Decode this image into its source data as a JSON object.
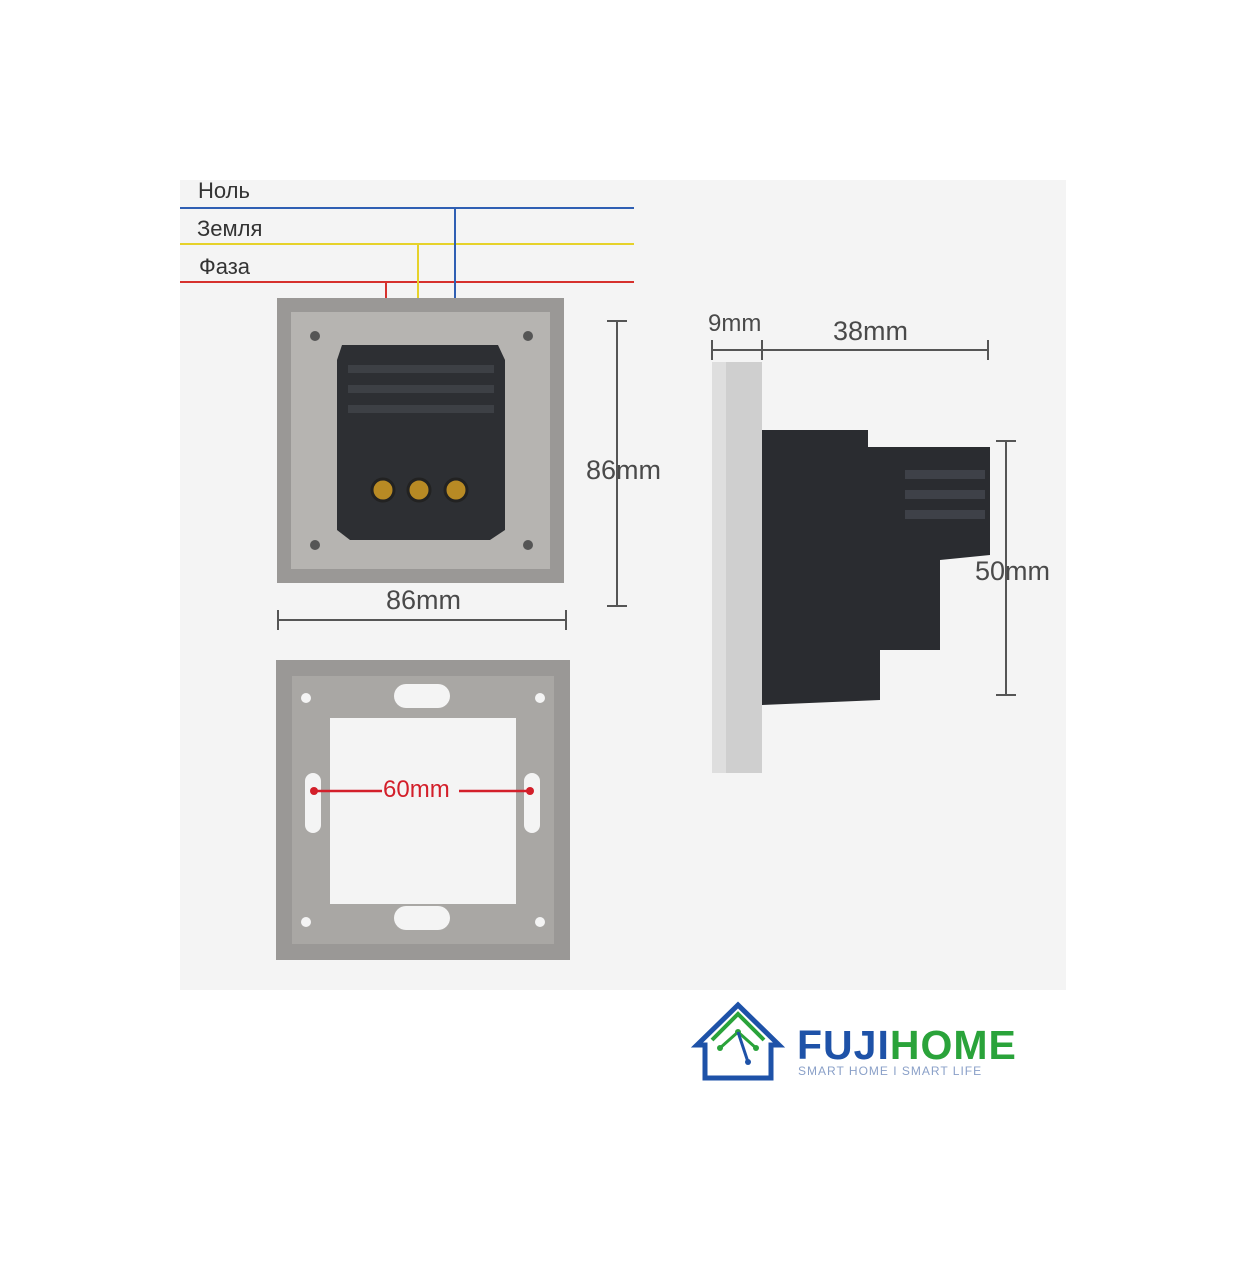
{
  "wires": {
    "neutral": "Ноль",
    "ground": "Земля",
    "phase": "Фаза"
  },
  "dimensions": {
    "front_height": "86mm",
    "front_width": "86mm",
    "frame_opening": "60mm",
    "side_plate_depth": "9mm",
    "side_body_depth": "38mm",
    "side_body_height": "50mm"
  },
  "brand": {
    "name_part1": "FUJI",
    "name_part2": "HOME",
    "tagline": "SMART HOME  I  SMART LIFE",
    "logo_icon": "house-circuit-icon"
  },
  "colors": {
    "neutral_wire": "#2f5fb3",
    "ground_wire": "#e6d22a",
    "phase_wire": "#d6312d",
    "dimension_60mm": "#d31f2a",
    "brand_blue": "#1e52a8",
    "brand_green": "#2aa33a"
  }
}
